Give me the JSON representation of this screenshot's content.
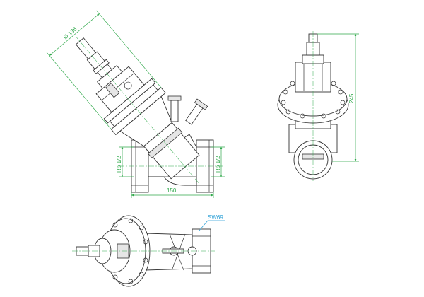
{
  "drawing": {
    "side_view": {
      "diameter_label": "Ø 136",
      "port_left_label": "Rp 1/2",
      "port_right_label": "Rp 1/2",
      "length_label": "150"
    },
    "front_view": {
      "height_label": "245"
    },
    "top_view": {
      "wrench_size_label": "SW69"
    },
    "colors": {
      "dimension": "#2fa84a",
      "callout": "#2a9fd6",
      "outline": "#333333"
    }
  }
}
